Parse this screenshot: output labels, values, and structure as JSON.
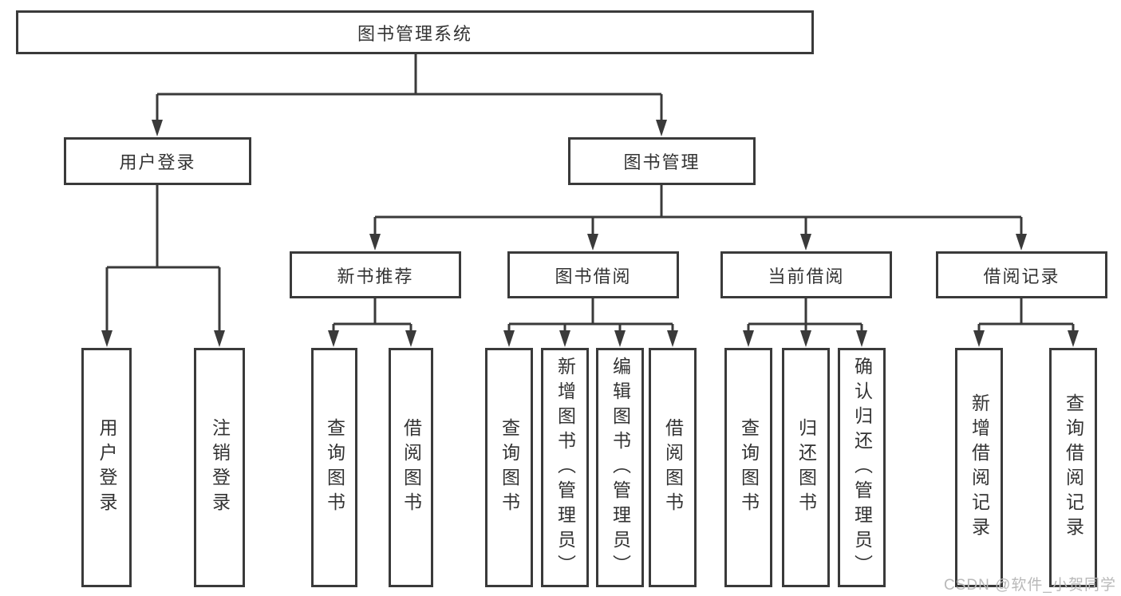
{
  "colors": {
    "line": "#3a3a3a",
    "text": "#333333",
    "watermark": "#b9b9b9",
    "background": "#ffffff"
  },
  "watermark": "CSDN @软件_小贺同学",
  "tree": {
    "label": "图书管理系统",
    "children": [
      {
        "label": "用户登录",
        "children": [
          {
            "label": "用户登录"
          },
          {
            "label": "注销登录"
          }
        ]
      },
      {
        "label": "图书管理",
        "children": [
          {
            "label": "新书推荐",
            "children": [
              {
                "label": "查询图书"
              },
              {
                "label": "借阅图书"
              }
            ]
          },
          {
            "label": "图书借阅",
            "children": [
              {
                "label": "查询图书"
              },
              {
                "label": "新增图书（管理员）"
              },
              {
                "label": "编辑图书（管理员）"
              },
              {
                "label": "借阅图书"
              }
            ]
          },
          {
            "label": "当前借阅",
            "children": [
              {
                "label": "查询图书"
              },
              {
                "label": "归还图书"
              },
              {
                "label": "确认归还（管理员）"
              }
            ]
          },
          {
            "label": "借阅记录",
            "children": [
              {
                "label": "新增借阅记录"
              },
              {
                "label": "查询借阅记录"
              }
            ]
          }
        ]
      }
    ]
  }
}
